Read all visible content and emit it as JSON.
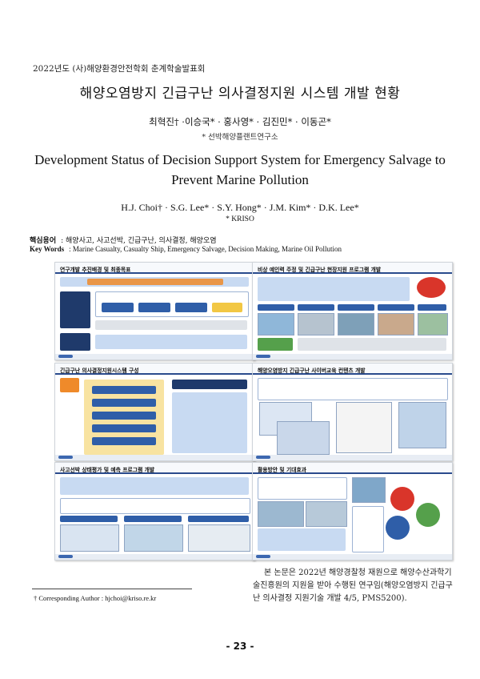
{
  "header": {
    "conference": "2022년도 (사)해양환경안전학회 춘계학술발표회"
  },
  "title_ko": "해양오염방지 긴급구난 의사결정지원 시스템 개발 현황",
  "authors_ko": "최혁진† ·이승국* · 홍사영* · 김진민* · 이동곤*",
  "affiliation_ko": "* 선박해양플랜트연구소",
  "title_en": "Development Status of Decision Support System for Emergency Salvage to Prevent Marine Pollution",
  "authors_en": "H.J. Choi† · S.G. Lee* · S.Y. Hong* · J.M. Kim* · D.K. Lee*",
  "affiliation_en": "* KRISO",
  "keywords": {
    "ko_label": "핵심용어",
    "ko_text": ": 해양사고, 사고선박, 긴급구난, 의사결정, 해양오염",
    "en_label": "Key Words",
    "en_text": ": Marine Casualty, Casualty Ship, Emergency Salvage, Decision Making, Marine Oil Pollution"
  },
  "slides": [
    {
      "title": "연구개발 추진배경 및 최종목표"
    },
    {
      "title": "비상 예인력 주정 및 긴급구난 현장지원 프로그램 개발"
    },
    {
      "title": "긴급구난 의사결정지원시스템 구성"
    },
    {
      "title": "해양오염방지 긴급구난 사이버교육 컨텐츠 개발"
    },
    {
      "title": "사고선박 상태평가 및 예측 프로그램 개발"
    },
    {
      "title": "활용방안 및 기대효과"
    }
  ],
  "footnote": "† Corresponding Author : hjchoi@kriso.re.kr",
  "acknowledgement": "본 논문은 2022년 해양경찰청 재원으로 해양수산과학기술진흥원의 지원을 받아 수행된 연구임(해양오염방지 긴급구난 의사결정 지원기술 개발 4/5, PMS5200).",
  "page_number": "- 23 -"
}
